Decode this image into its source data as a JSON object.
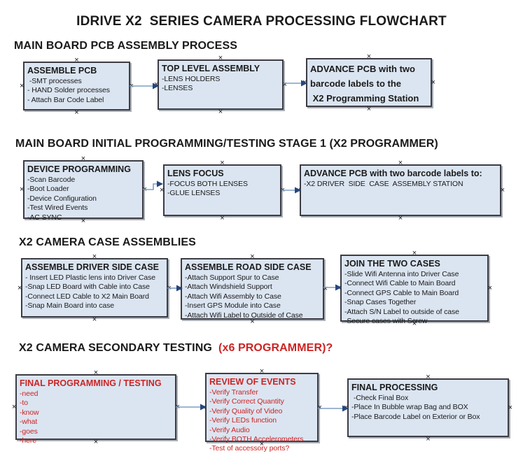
{
  "page": {
    "title": "IDRIVE X2  SERIES CAMERA PROCESSING FLOWCHART"
  },
  "icons": {
    "connection_handle": "×"
  },
  "colors": {
    "red": "#cc2424",
    "box_fill": "#dbe5f1",
    "box_border": "#3c3c44",
    "arrow_line": "#7f9dc4",
    "arrow_head": "#26467e"
  },
  "sections": [
    {
      "heading": "MAIN BOARD PCB ASSEMBLY PROCESS",
      "boxes": [
        {
          "title": "ASSEMBLE PCB",
          "items": [
            " -SMT processes",
            "- HAND Solder processes",
            "- Attach Bar Code Label"
          ]
        },
        {
          "title": "TOP LEVEL ASSEMBLY",
          "items": [
            "-LENS HOLDERS",
            "-LENSES"
          ]
        },
        {
          "title": "ADVANCE PCB with two\nbarcode labels to the\n X2 Programming Station",
          "items": []
        }
      ]
    },
    {
      "heading": "MAIN BOARD INITIAL PROGRAMMING/TESTING STAGE 1 (X2 PROGRAMMER)",
      "boxes": [
        {
          "title": "DEVICE PROGRAMMING",
          "items": [
            "-Scan Barcode",
            "-Boot Loader",
            "-Device Configuration",
            "-Test Wired Events",
            "-AC SYNC"
          ]
        },
        {
          "title": "LENS FOCUS",
          "items": [
            "-FOCUS BOTH LENSES",
            "-GLUE LENSES"
          ]
        },
        {
          "title": "ADVANCE PCB with two barcode labels to:",
          "items": [
            "-X2 DRIVER  SIDE  CASE  ASSEMBLY STATION"
          ]
        }
      ]
    },
    {
      "heading": "X2 CAMERA CASE ASSEMBLIES",
      "boxes": [
        {
          "title": "ASSEMBLE DRIVER SIDE CASE",
          "items": [
            "- Insert LED Plastic lens into Driver Case",
            "-Snap LED Board with Cable into Case",
            "-Connect LED Cable to X2 Main Board",
            "-Snap Main Board into case"
          ]
        },
        {
          "title": "ASSEMBLE ROAD SIDE CASE",
          "items": [
            "-Attach Support Spur to Case",
            "-Attach Windshield Support",
            "-Attach Wifi Assembly to Case",
            "-Insert GPS Module into Case",
            "-Attach Wifi Label to Outside of Case"
          ]
        },
        {
          "title": "JOIN THE TWO CASES",
          "items": [
            "-Slide Wifi Antenna into Driver Case",
            "-Connect Wifi Cable to Main Board",
            "-Connect GPS Cable to Main Board",
            "-Snap Cases Together",
            "-Attach S/N Label to outside of case",
            "-Secure cases with Screw"
          ]
        }
      ]
    },
    {
      "heading": "X2 CAMERA SECONDARY TESTING  ",
      "heading_suffix": "(x6 PROGRAMMER)?",
      "boxes": [
        {
          "title": "FINAL PROGRAMMING / TESTING",
          "items": [
            "-need",
            "-to",
            "-know",
            "-what",
            "-goes",
            "-here"
          ]
        },
        {
          "title": "REVIEW OF EVENTS",
          "items": [
            "-Verify Transfer",
            "-Verify Correct Quantity",
            "-Verify Quality of Video",
            "-Verify LEDs function",
            "-Verify Audio",
            "-Verify BOTH Accelerometers",
            "-Test of accessory ports?"
          ]
        },
        {
          "title": "FINAL PROCESSING",
          "items": [
            " -Check Final Box",
            "-Place In Bubble wrap Bag and BOX",
            "-Place Barcode Label on Exterior or Box"
          ]
        }
      ]
    }
  ]
}
